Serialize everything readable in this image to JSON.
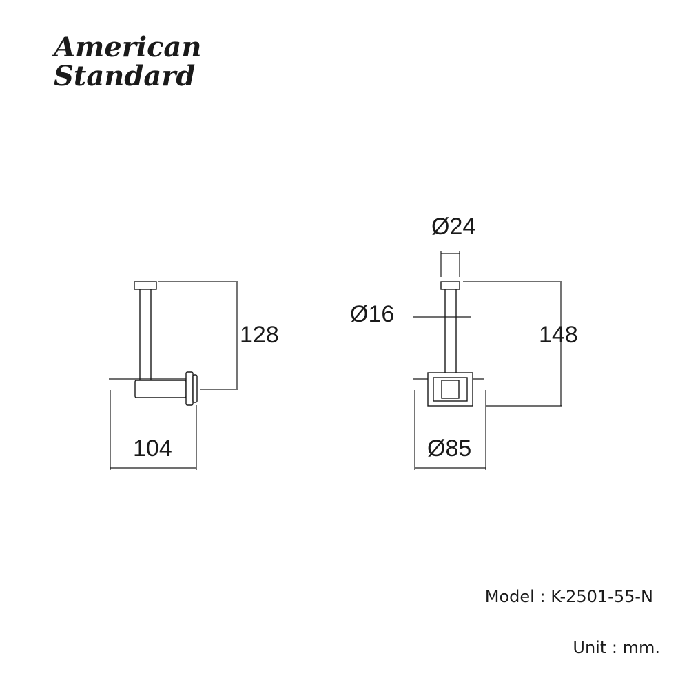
{
  "brand": {
    "line1": "American",
    "line2": "Standard"
  },
  "side_view": {
    "height_label": "128",
    "width_label": "104"
  },
  "front_view": {
    "cap_diameter_label": "Ø24",
    "rod_diameter_label": "Ø16",
    "height_label": "148",
    "base_diameter_label": "Ø85"
  },
  "footer": {
    "model_label": "Model",
    "model_separator": ":",
    "model_value": "K-2501-55-N",
    "unit_label": "Unit",
    "unit_separator": ":",
    "unit_value": "mm."
  }
}
